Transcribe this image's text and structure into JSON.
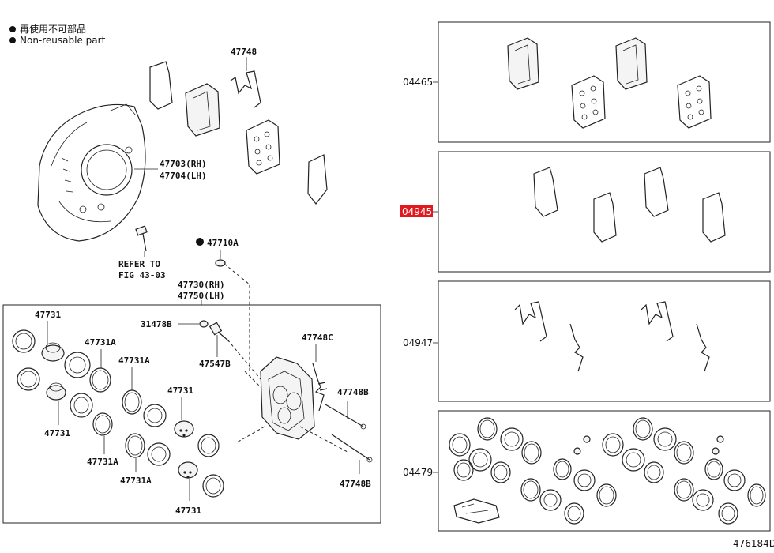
{
  "legend": {
    "line1": "再使用不可部品",
    "line2": "Non-reusable part"
  },
  "callouts": {
    "p47748": "47748",
    "p47703": "47703(RH)",
    "p47704": "47704(LH)",
    "refer1": "REFER TO",
    "refer2": "FIG 43-03",
    "p47710A": "47710A",
    "p47730": "47730(RH)",
    "p47750": "47750(LH)",
    "p31478B": "31478B",
    "p47547B": "47547B",
    "p47748C": "47748C",
    "p47748B_a": "47748B",
    "p47748B_b": "47748B",
    "p47731_a": "47731",
    "p47731A_a": "47731A",
    "p47731A_b": "47731A",
    "p47731_b": "47731",
    "p47731_c": "47731",
    "p47731A_c": "47731A",
    "p47731A_d": "47731A",
    "p47731_d": "47731"
  },
  "kits": [
    {
      "code": "04465",
      "highlighted": false
    },
    {
      "code": "04945",
      "highlighted": true
    },
    {
      "code": "04947",
      "highlighted": false
    },
    {
      "code": "04479",
      "highlighted": false
    }
  ],
  "figure_id": "476184D",
  "colors": {
    "highlight": "#e0191f"
  }
}
